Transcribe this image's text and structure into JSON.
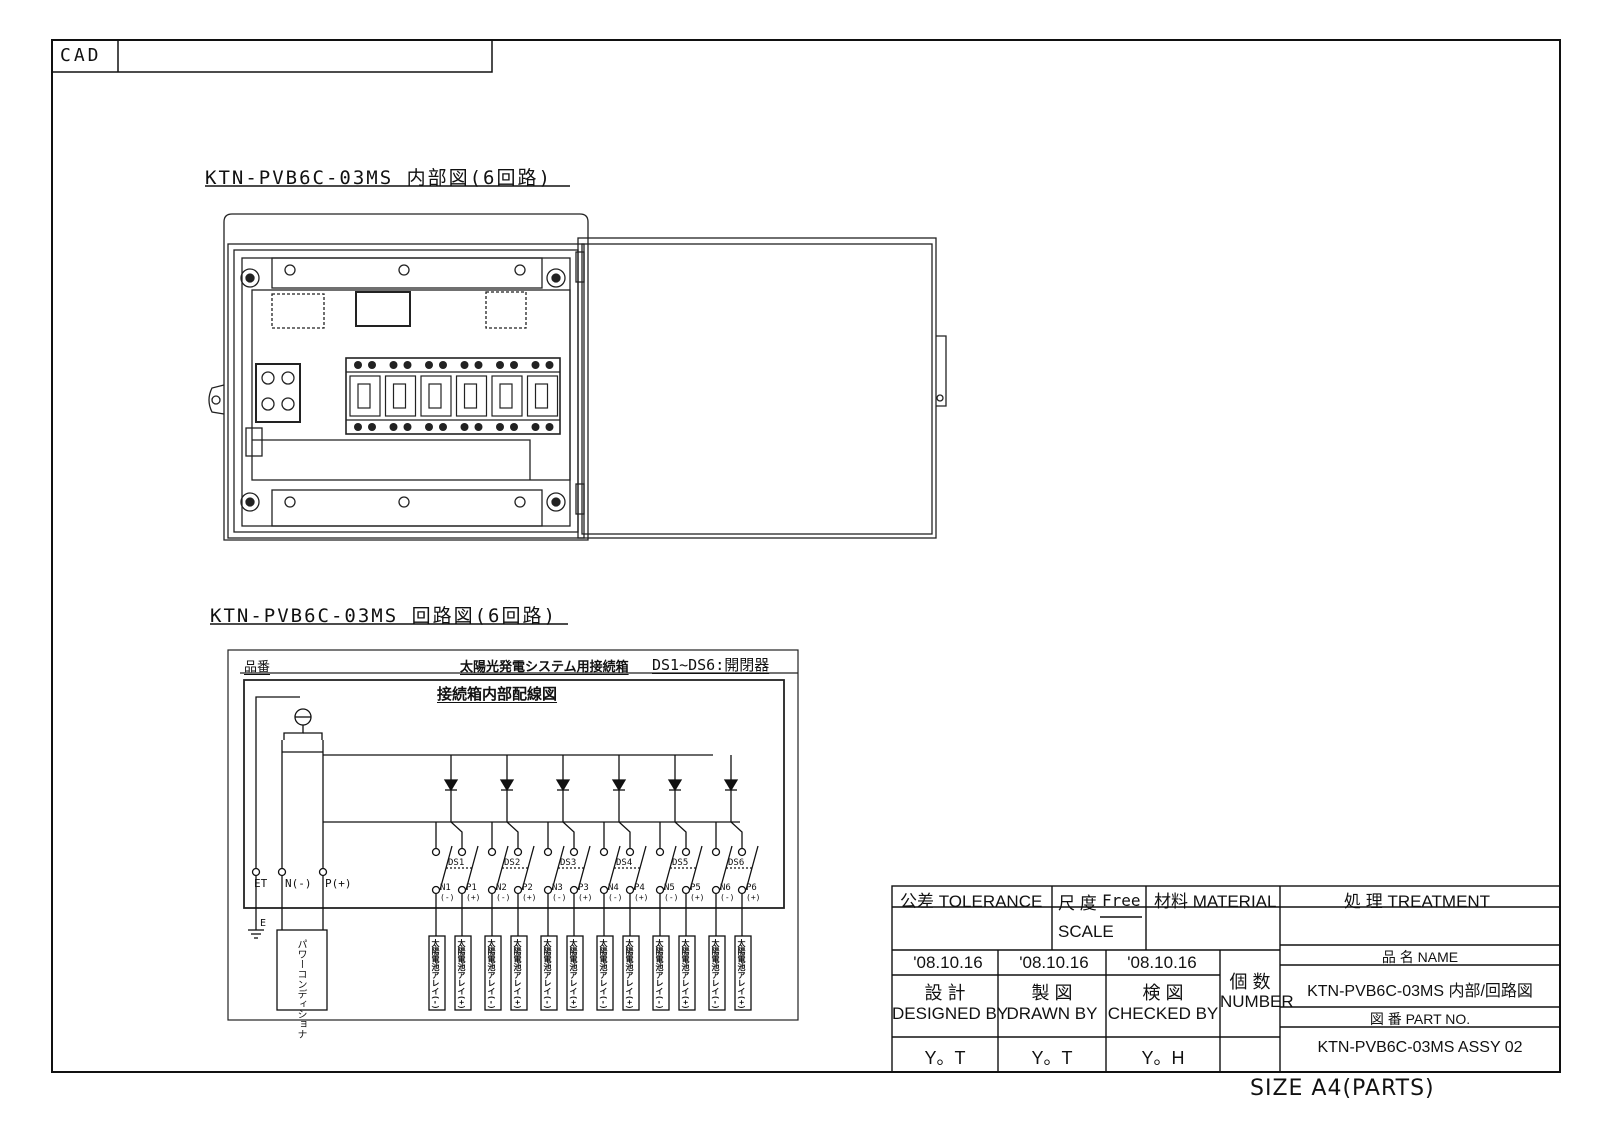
{
  "cad_box": {
    "label": "CAD",
    "value": ""
  },
  "inner_view": {
    "title": "KTN-PVB6C-03MS 内部図(6回路)"
  },
  "circuit_view": {
    "title": "KTN-PVB6C-03MS 回路図(6回路)",
    "part_no_label": "品番",
    "header_name": "太陽光発電システム用接続箱",
    "ds_note": "DS1~DS6:開閉器",
    "subtitle": "接続箱内部配線図",
    "terminals": [
      {
        "id": "et",
        "label": "ET"
      },
      {
        "id": "n",
        "label": "N(-)"
      },
      {
        "id": "p",
        "label": "P(+)"
      }
    ],
    "earth_label": "E",
    "pcs_label": "パワーコンディショナ",
    "switches": [
      "DS1",
      "DS2",
      "DS3",
      "DS4",
      "DS5",
      "DS6"
    ],
    "n_terms": [
      "N1",
      "N2",
      "N3",
      "N4",
      "N5",
      "N6"
    ],
    "p_terms": [
      "P1",
      "P2",
      "P3",
      "P4",
      "P5",
      "P6"
    ],
    "minus": "(-)",
    "plus": "(+)",
    "array_minus": "太陽電池アレイ(-)",
    "array_plus": "太陽電池アレイ(+)"
  },
  "title_block": {
    "tolerance": "公差 TOLERANCE",
    "scale_label_jp": "尺 度",
    "scale_value": "Free",
    "scale_label_en": "SCALE",
    "material": "材料 MATERIAL",
    "treatment": "処 理 TREATMENT",
    "date_designed": "'08.10.16",
    "date_drawn": "'08.10.16",
    "date_checked": "'08.10.16",
    "designed_jp": "設 計",
    "designed_en": "DESIGNED BY",
    "drawn_jp": "製 図",
    "drawn_en": "DRAWN BY",
    "checked_jp": "検 図",
    "checked_en": "CHECKED BY",
    "number_jp": "個 数",
    "number_en": "NUMBER",
    "name_label": "品 名 NAME",
    "name_value": "KTN-PVB6C-03MS 内部/回路図",
    "partno_label": "図 番 PART NO.",
    "partno_value": "KTN-PVB6C-03MS ASSY 02",
    "designer": "Y。T",
    "drafter": "Y。T",
    "checker": "Y。H"
  },
  "size_note": "SIZE A4(PARTS)"
}
